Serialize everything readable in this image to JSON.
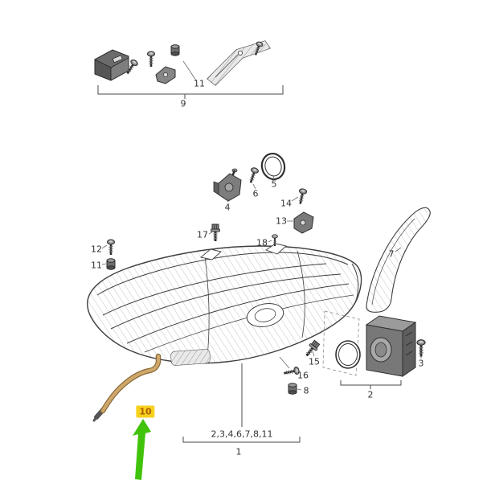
{
  "diagram": {
    "type": "exploded-parts-diagram",
    "subject": "headlight assembly",
    "colors": {
      "line": "#3f3f3f",
      "highlight_bg": "#f7d11e",
      "highlight_text": "#b05e00",
      "arrow_green": "#41c30b",
      "tube_fill": "#cfa76b",
      "tube_outline": "#8a6b3a"
    },
    "labels": {
      "part1": "1",
      "part2": "2",
      "part3": "3",
      "part4": "4",
      "part5": "5",
      "part6": "6",
      "part7": "7",
      "part8": "8",
      "part9": "9",
      "part10": "10",
      "part11_top": "11",
      "part11_left": "11",
      "part12": "12",
      "part13": "13",
      "part14": "14",
      "part15": "15",
      "part16": "16",
      "part17": "17",
      "part18": "18",
      "group_contents": "2,3,4,6,7,8,11"
    },
    "highlighted_part": "10",
    "annotation": {
      "green_arrow_target": "10",
      "direction": "up"
    }
  }
}
